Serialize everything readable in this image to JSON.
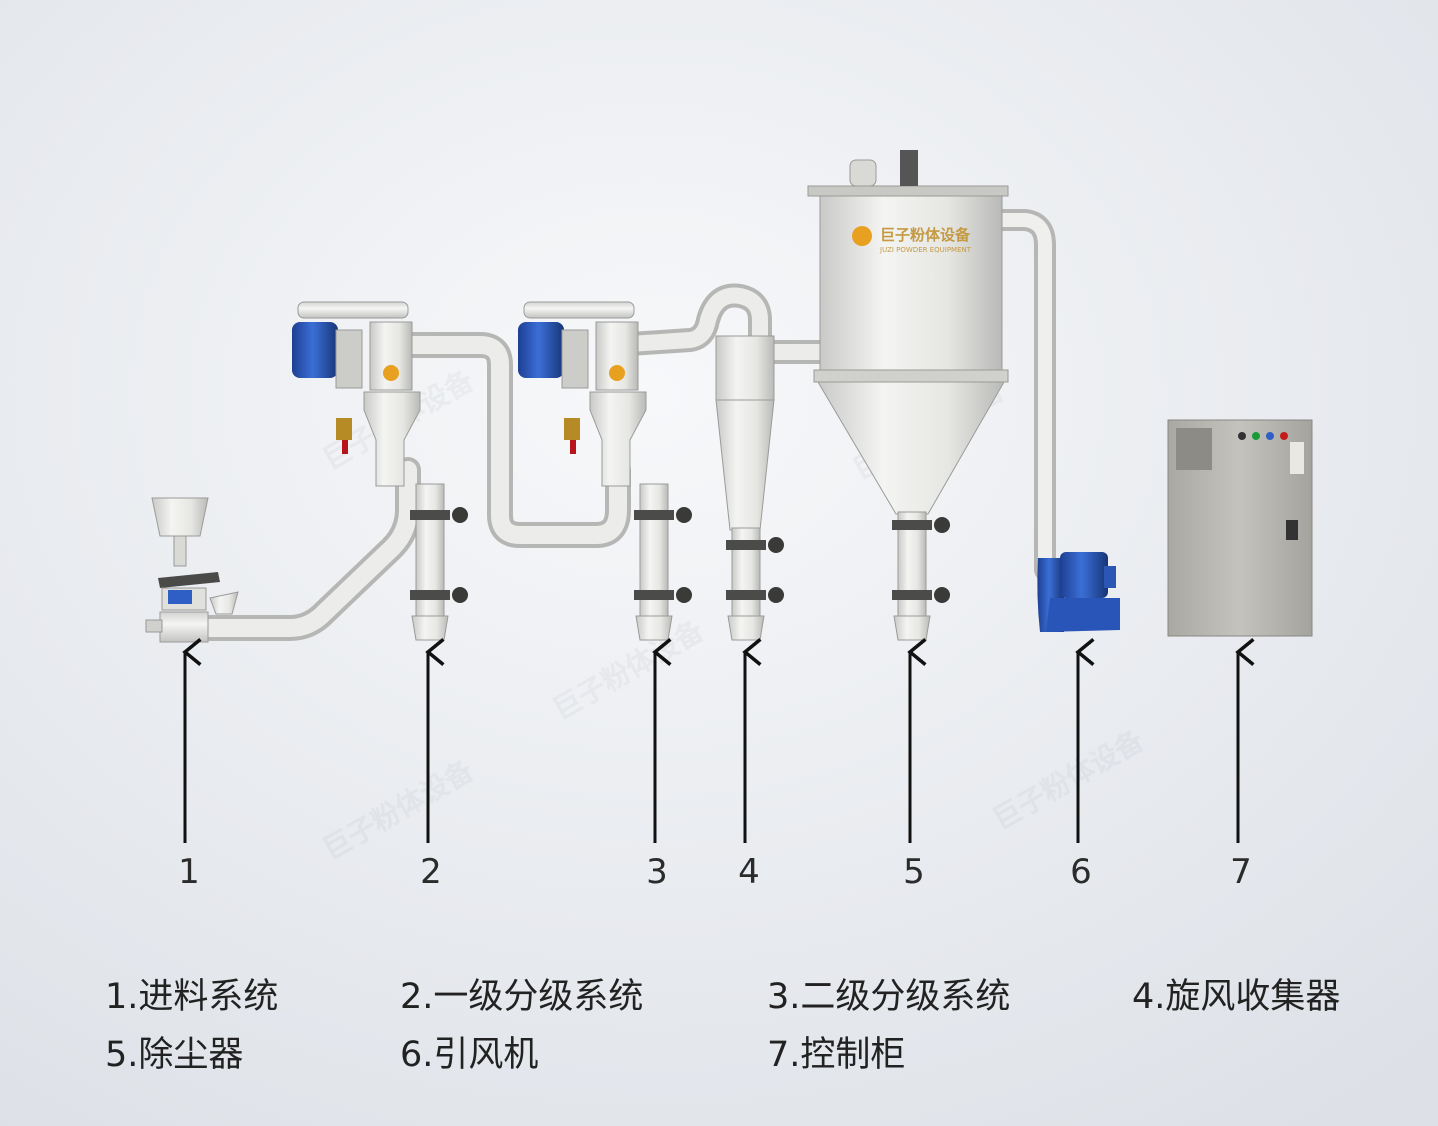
{
  "brand": {
    "cn": "巨子粉体设备",
    "en": "JUZI POWDER EQUIPMENT"
  },
  "markers": [
    {
      "label": "1"
    },
    {
      "label": "2"
    },
    {
      "label": "3"
    },
    {
      "label": "4"
    },
    {
      "label": "5"
    },
    {
      "label": "6"
    },
    {
      "label": "7"
    }
  ],
  "legend": [
    {
      "text": "1.进料系统"
    },
    {
      "text": "2.一级分级系统"
    },
    {
      "text": "3.二级分级系统"
    },
    {
      "text": "4.旋风收集器"
    },
    {
      "text": "5.除尘器"
    },
    {
      "text": "6.引风机"
    },
    {
      "text": "7.控制柜"
    }
  ],
  "colors": {
    "motor": "#2f5fc4",
    "equipment": "#e9e9e6",
    "cabinet": "#bdbcb6",
    "arrow": "#111111",
    "text": "#222222"
  }
}
